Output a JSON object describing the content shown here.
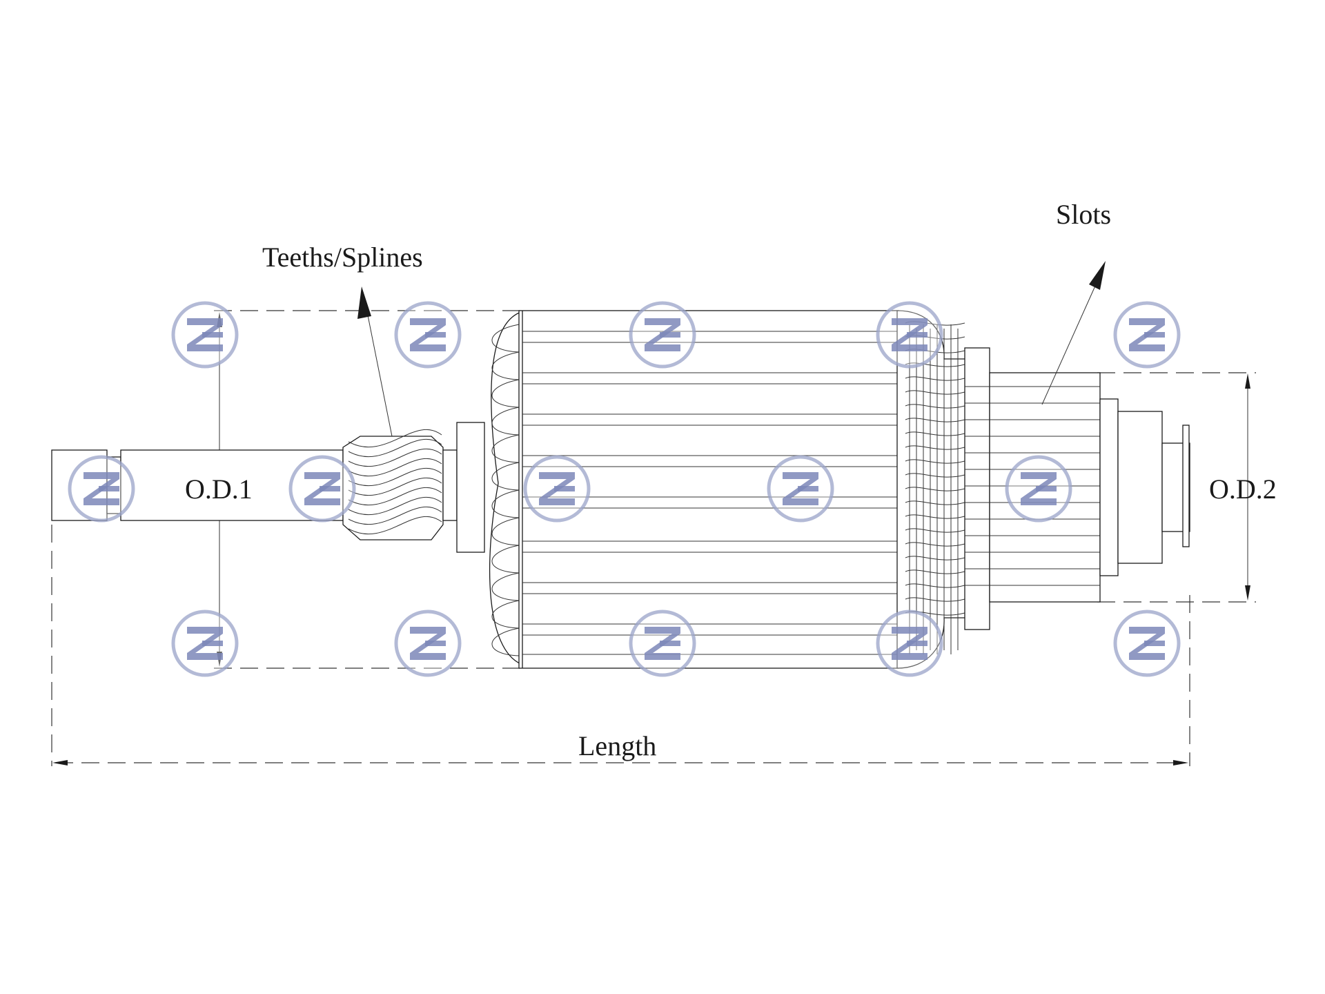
{
  "labels": {
    "teeth": "Teeths/Splines",
    "slots": "Slots",
    "od1": "O.D.1",
    "od2": "O.D.2",
    "length": "Length"
  },
  "watermark": {
    "icon": "ze-logo-icon",
    "text": "ZE",
    "ring_color": "#9aa3c8",
    "bar_color": "#7d87b8"
  },
  "colors": {
    "line": "#1a1a1a",
    "background": "#ffffff"
  }
}
